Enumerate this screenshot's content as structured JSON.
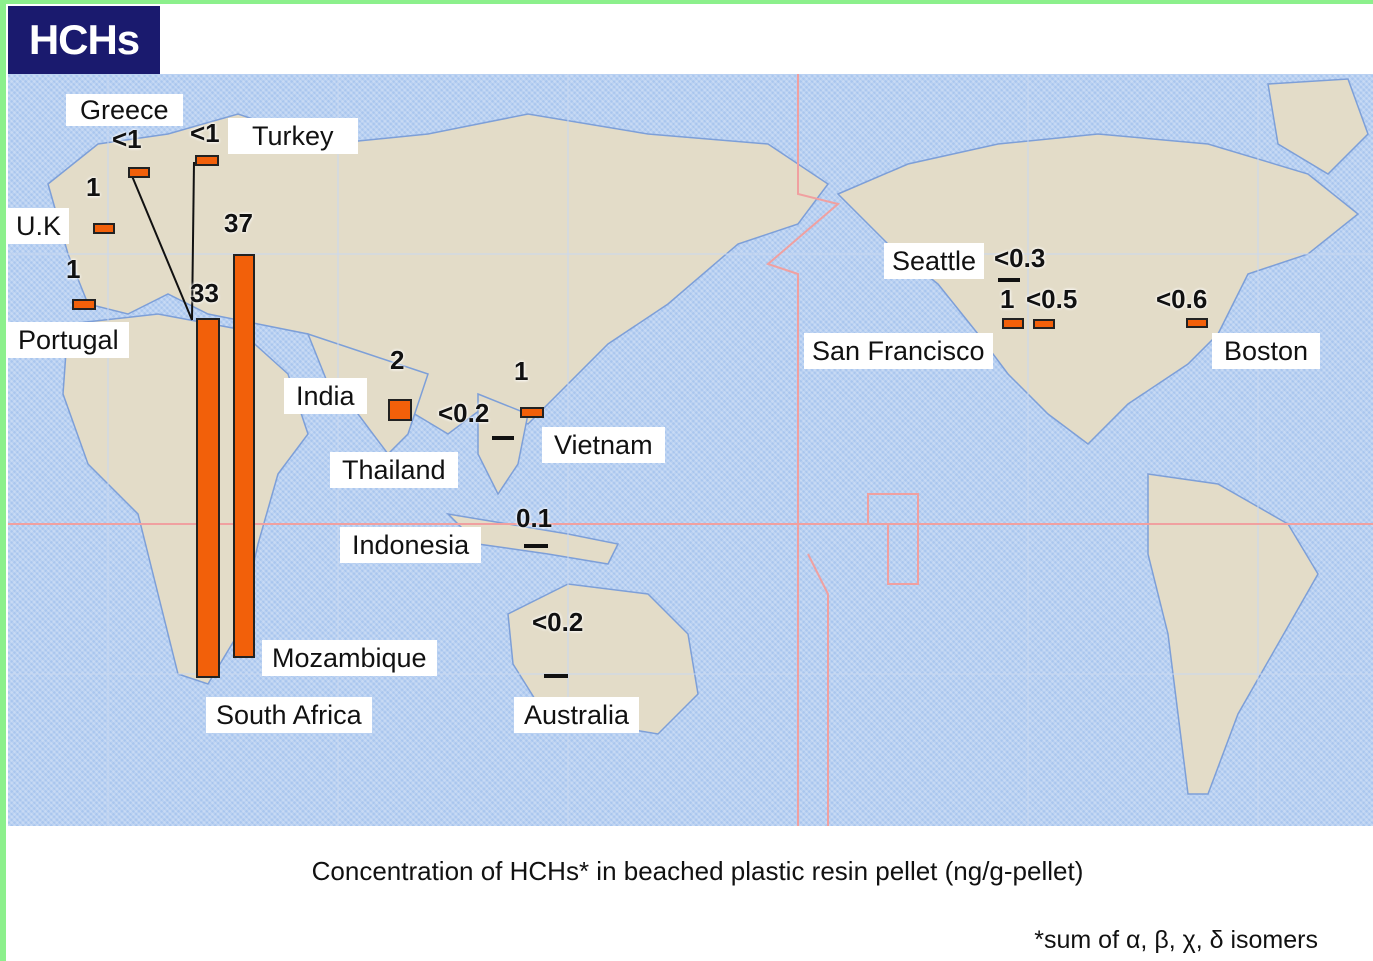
{
  "title": "HCHs",
  "caption": "Concentration of HCHs* in beached plastic resin pellet (ng/g-pellet)",
  "footnote": "*sum of α, β, χ, δ isomers",
  "colors": {
    "bar": "#f2600a",
    "ocean": "#a9c6ee",
    "land": "#e3dcc8",
    "title_bg": "#1a1a6e",
    "equator": "#f0a0a0"
  },
  "chart_data": {
    "type": "bar",
    "unit": "ng/g-pellet",
    "locations": [
      {
        "name": "Greece",
        "value_label": "<1",
        "value": 1
      },
      {
        "name": "Turkey",
        "value_label": "<1",
        "value": 1
      },
      {
        "name": "U.K",
        "value_label": "1",
        "value": 1
      },
      {
        "name": "Portugal",
        "value_label": "1",
        "value": 1
      },
      {
        "name": "South Africa",
        "value_label": "33",
        "value": 33
      },
      {
        "name": "Mozambique",
        "value_label": "37",
        "value": 37
      },
      {
        "name": "India",
        "value_label": "2",
        "value": 2
      },
      {
        "name": "Thailand",
        "value_label": "<0.2",
        "value": 0.2
      },
      {
        "name": "Vietnam",
        "value_label": "1",
        "value": 1
      },
      {
        "name": "Indonesia",
        "value_label": "0.1",
        "value": 0.1
      },
      {
        "name": "Australia",
        "value_label": "<0.2",
        "value": 0.2
      },
      {
        "name": "Seattle",
        "value_label": "<0.3",
        "value": 0.3
      },
      {
        "name": "San Francisco",
        "value_label": "1",
        "value": 1
      },
      {
        "name": "San Francisco",
        "value_label": "<0.5",
        "value": 0.5
      },
      {
        "name": "Boston",
        "value_label": "<0.6",
        "value": 0.6
      }
    ]
  }
}
